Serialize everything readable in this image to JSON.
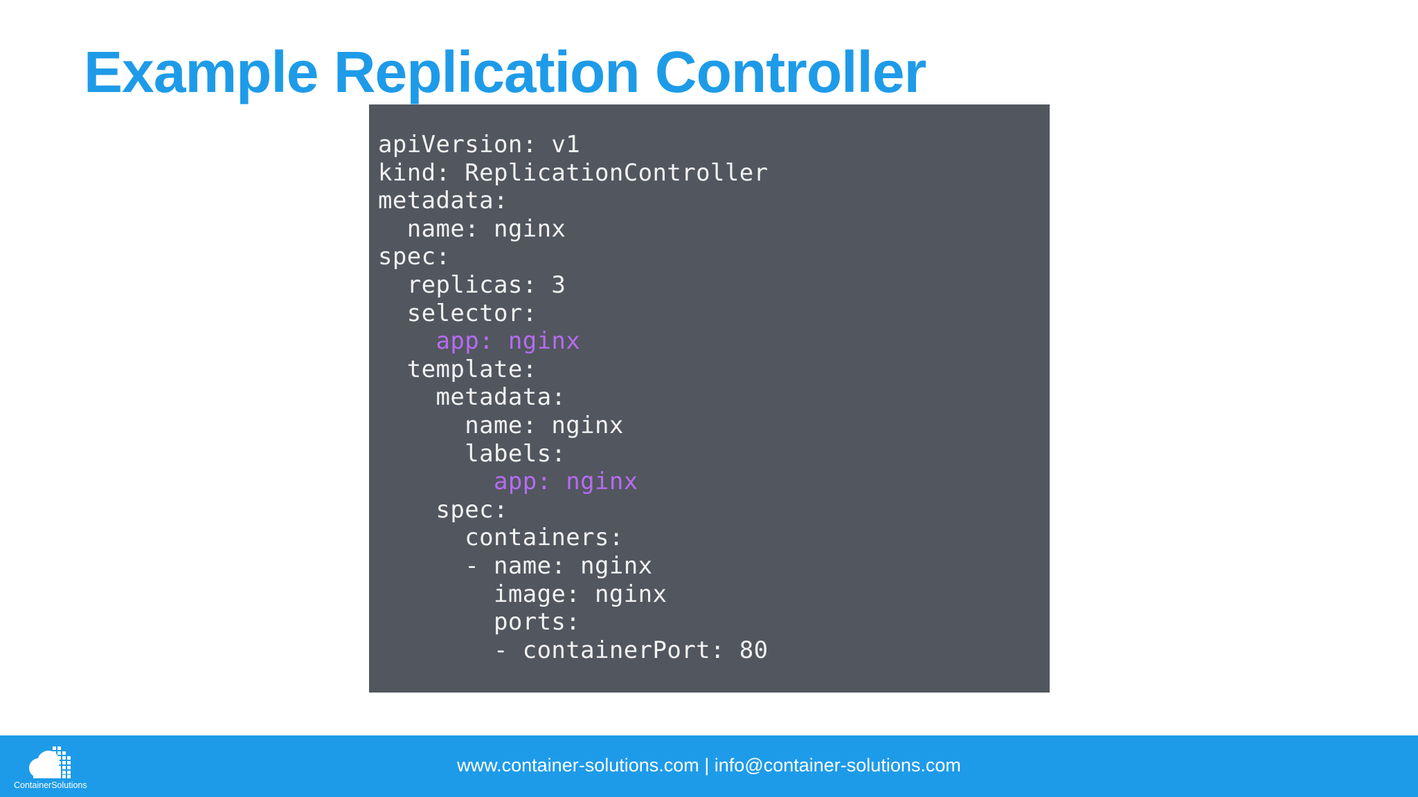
{
  "slide": {
    "title": "Example Replication Controller"
  },
  "code": {
    "lines": [
      {
        "text": "apiVersion: v1",
        "highlight": false
      },
      {
        "text": "kind: ReplicationController",
        "highlight": false
      },
      {
        "text": "metadata:",
        "highlight": false
      },
      {
        "text": "  name: nginx",
        "highlight": false
      },
      {
        "text": "spec:",
        "highlight": false
      },
      {
        "text": "  replicas: 3",
        "highlight": false
      },
      {
        "text": "  selector:",
        "highlight": false
      },
      {
        "text": "    app: nginx",
        "highlight": true
      },
      {
        "text": "  template:",
        "highlight": false
      },
      {
        "text": "    metadata:",
        "highlight": false
      },
      {
        "text": "      name: nginx",
        "highlight": false
      },
      {
        "text": "      labels:",
        "highlight": false
      },
      {
        "text": "        app: nginx",
        "highlight": true
      },
      {
        "text": "    spec:",
        "highlight": false
      },
      {
        "text": "      containers:",
        "highlight": false
      },
      {
        "text": "      - name: nginx",
        "highlight": false
      },
      {
        "text": "        image: nginx",
        "highlight": false
      },
      {
        "text": "        ports:",
        "highlight": false
      },
      {
        "text": "        - containerPort: 80",
        "highlight": false
      }
    ]
  },
  "footer": {
    "contact": "www.container-solutions.com | info@container-solutions.com",
    "logo_text": "ContainerSolutions",
    "logo_icon": "cloud-grid-icon"
  },
  "colors": {
    "accent": "#1e9be8",
    "code_background": "#52565f",
    "code_text": "#f2f2f2",
    "code_highlight": "#b56cf0"
  }
}
